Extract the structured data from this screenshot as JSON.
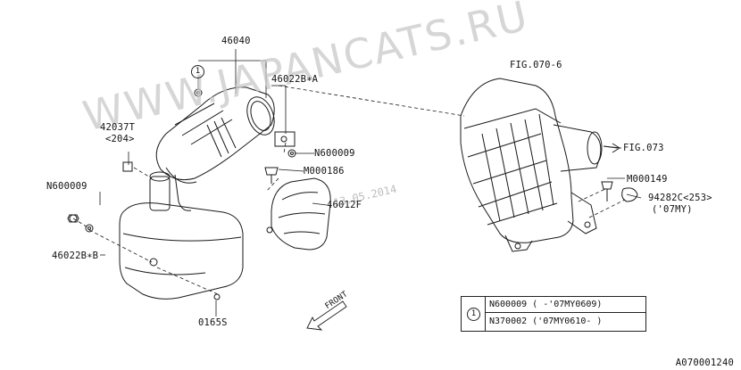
{
  "diagram": {
    "watermark": "WWW.JAPANCATS.RU",
    "date_stamp": "13.05.2014",
    "figure_code": "A070001240",
    "callouts": {
      "circled_one": "1",
      "part_46040": "46040",
      "part_46022b_a": "46022B∗A",
      "part_42037t": "42037T",
      "part_42037t_qty": "<204>",
      "part_n600009_right": "N600009",
      "part_m000186": "M000186",
      "part_n600009_left": "N600009",
      "part_46022b_b": "46022B∗B",
      "part_46012f": "46012F",
      "part_0165s": "0165S",
      "fig_070_6": "FIG.070-6",
      "fig_073": "FIG.073",
      "part_m000149": "M000149",
      "part_94282c": "94282C<253>",
      "part_94282c_note": "('07MY)",
      "front_arrow": "FRONT"
    },
    "legend": {
      "key": "1",
      "rows": [
        "N600009 ( -'07MY0609)",
        "N370002 ('07MY0610- )"
      ]
    }
  }
}
